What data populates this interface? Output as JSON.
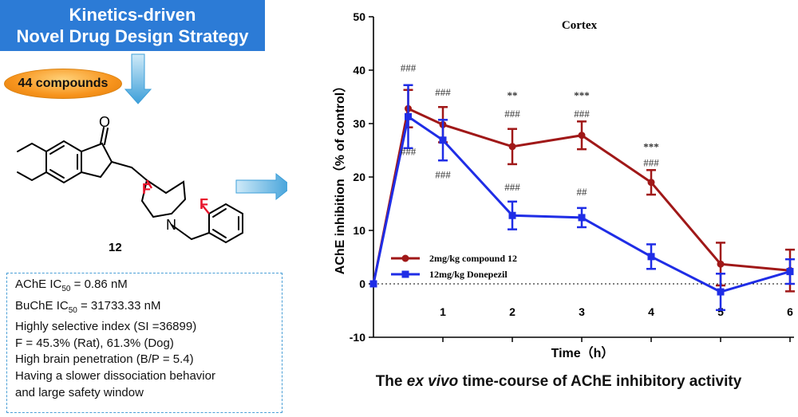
{
  "banner": {
    "line1": "Kinetics-driven",
    "line2": "Novel Drug Design Strategy"
  },
  "pill": {
    "label": "44 compounds"
  },
  "compound": {
    "label": "12",
    "atom_O": "O",
    "atom_F1": "F",
    "atom_F2": "F",
    "atom_N": "N"
  },
  "info": {
    "ache_pre": "AChE IC",
    "ache_sub": "50",
    "ache_post": " = 0.86 nM",
    "buche_pre": "BuChE IC",
    "buche_sub": "50",
    "buche_post": " = 31733.33 nM",
    "line3": "Highly selective index (SI =36899)",
    "line4": "F = 45.3% (Rat), 61.3% (Dog)",
    "line5": "High brain penetration (B/P = 5.4)",
    "line6": "Having a slower dissociation behavior",
    "line7": "and  large safety window"
  },
  "caption": {
    "part1": "The ",
    "part2": "ex vivo",
    "part3": " time-course of AChE inhibitory activity"
  },
  "colors": {
    "banner": "#2c7bd6",
    "series1": "#a01818",
    "series2": "#1f2de6",
    "fluorine": "#e8132b",
    "arrow": "#4aa7dc"
  },
  "chart_data": {
    "type": "line",
    "title": "Cortex",
    "xlabel": "Time（h）",
    "ylabel": "AChE inhibition（% of control）",
    "xlim": [
      0,
      6
    ],
    "ylim": [
      -10,
      50
    ],
    "xticks": [
      "1",
      "2",
      "3",
      "4",
      "5",
      "6"
    ],
    "yticks": [
      "-10",
      "0",
      "10",
      "20",
      "30",
      "40",
      "50"
    ],
    "reference_line": 0,
    "legend_position": "bottom-left",
    "series": [
      {
        "name": "2mg/kg  compound 12",
        "marker": "circle",
        "color": "#a01818",
        "x": [
          0,
          0.5,
          1,
          2,
          3,
          4,
          5,
          6
        ],
        "y": [
          0,
          32.8,
          29.8,
          25.7,
          27.8,
          19.0,
          3.7,
          2.5
        ],
        "err": [
          0,
          3.5,
          3.3,
          3.3,
          2.6,
          2.3,
          4.0,
          3.9
        ]
      },
      {
        "name": "12mg/kg  Donepezil",
        "marker": "square",
        "color": "#1f2de6",
        "x": [
          0,
          0.5,
          1,
          2,
          3,
          4,
          5,
          6
        ],
        "y": [
          0,
          31.3,
          26.9,
          12.8,
          12.4,
          5.1,
          -1.5,
          2.3
        ],
        "err": [
          0,
          5.9,
          3.8,
          2.6,
          1.8,
          2.3,
          3.4,
          2.3
        ]
      }
    ],
    "annotations": [
      {
        "x": 0.5,
        "y": 39.8,
        "text": "###"
      },
      {
        "x": 0.5,
        "y": 24.1,
        "text": "###"
      },
      {
        "x": 1,
        "y": 35.2,
        "text": "###"
      },
      {
        "x": 1,
        "y": 19.8,
        "text": "###"
      },
      {
        "x": 2,
        "y": 34.6,
        "text": "**"
      },
      {
        "x": 2,
        "y": 31.2,
        "text": "###"
      },
      {
        "x": 2,
        "y": 17.5,
        "text": "###"
      },
      {
        "x": 3,
        "y": 34.6,
        "text": "***"
      },
      {
        "x": 3,
        "y": 31.2,
        "text": "###"
      },
      {
        "x": 3,
        "y": 16.6,
        "text": "##"
      },
      {
        "x": 4,
        "y": 25.0,
        "text": "***"
      },
      {
        "x": 4,
        "y": 22.0,
        "text": "###"
      }
    ]
  }
}
